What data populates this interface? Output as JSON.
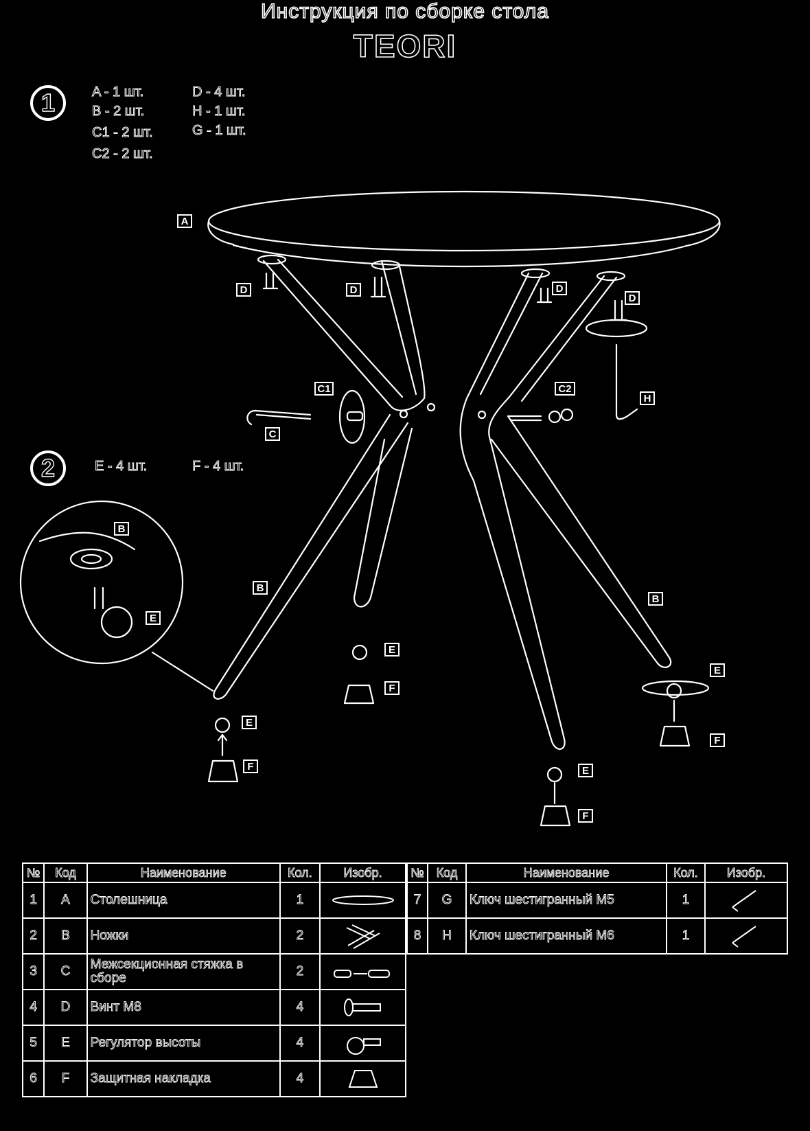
{
  "header": {
    "title": "Инструкция по сборке стола",
    "model": "TEORI"
  },
  "step1": {
    "number": "1",
    "parts_col1": [
      "A - 1 шт.",
      "B - 2 шт.",
      "C1 - 2 шт.",
      "C2 - 2 шт."
    ],
    "parts_col2": [
      "D - 4 шт.",
      "H - 1 шт.",
      "G - 1 шт."
    ]
  },
  "step2": {
    "number": "2",
    "parts": [
      "E - 4 шт.",
      "F - 4 шт."
    ]
  },
  "labels": {
    "A": "A",
    "B": "B",
    "C": "C",
    "C1": "C1",
    "C2": "C2",
    "D": "D",
    "E": "E",
    "F": "F",
    "H": "H"
  },
  "table": {
    "headers": [
      "№",
      "Код",
      "Наименование",
      "Кол.",
      "Изобр."
    ],
    "left_rows": [
      {
        "num": "1",
        "code": "A",
        "name": "Столешница",
        "qty": "1",
        "icon": "tabletop-icon"
      },
      {
        "num": "2",
        "code": "B",
        "name": "Ножки",
        "qty": "2",
        "icon": "legs-icon"
      },
      {
        "num": "3",
        "code": "C",
        "name": "Межсекционная стяжка в сборе",
        "qty": "2",
        "icon": "connector-icon"
      },
      {
        "num": "4",
        "code": "D",
        "name": "Винт М8",
        "qty": "4",
        "icon": "screw-icon"
      },
      {
        "num": "5",
        "code": "E",
        "name": "Регулятор высоты",
        "qty": "4",
        "icon": "height-adjuster-icon"
      },
      {
        "num": "6",
        "code": "F",
        "name": "Защитная накладка",
        "qty": "4",
        "icon": "foot-cap-icon"
      }
    ],
    "right_rows": [
      {
        "num": "7",
        "code": "G",
        "name": "Ключ шестигранный М5",
        "qty": "1",
        "icon": "hex-key-icon"
      },
      {
        "num": "8",
        "code": "H",
        "name": "Ключ шестигранный М6",
        "qty": "1",
        "icon": "hex-key-icon"
      }
    ]
  }
}
